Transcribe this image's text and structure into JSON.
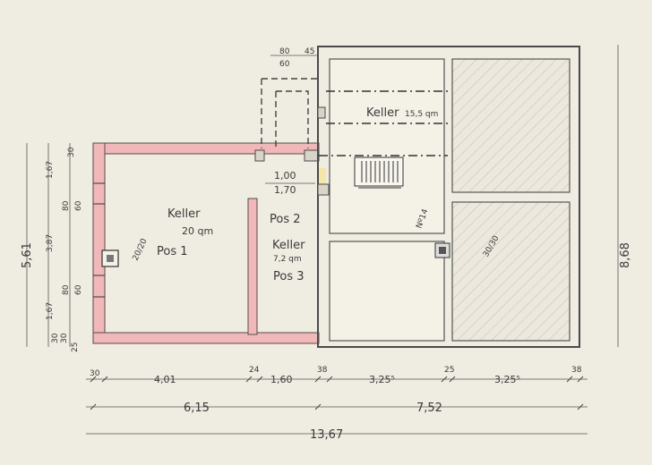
{
  "rooms": {
    "keller_left": {
      "name": "Keller",
      "area": "20 qm",
      "pos": "Pos 1"
    },
    "keller_mid": {
      "name": "Keller",
      "area": "7,2 qm",
      "pos_top": "Pos 2",
      "pos_bottom": "Pos 3"
    },
    "keller_top_right": {
      "name": "Keller",
      "area": "15,5 qm"
    }
  },
  "labels": {
    "opening_1": "1,00",
    "opening_2": "1,70",
    "stair": "Nº14",
    "window_left": "80/60",
    "win_right": "30/30",
    "chimney": "20/20"
  },
  "dims_top": [
    "80",
    "60",
    "45"
  ],
  "dims_bottom_row1": [
    "30",
    "4,01",
    "24",
    "1,60",
    "38",
    "3,25⁵",
    "25",
    "3,25⁵",
    "38"
  ],
  "dims_bottom_row2": [
    "6,15",
    "7,52"
  ],
  "dims_bottom_total": "13,67",
  "dims_left": [
    "5,61",
    "1,67",
    "3,87",
    "1,67",
    "30",
    "80",
    "60",
    "80",
    "60",
    "30",
    "30",
    "25"
  ],
  "dims_right": "8,68"
}
